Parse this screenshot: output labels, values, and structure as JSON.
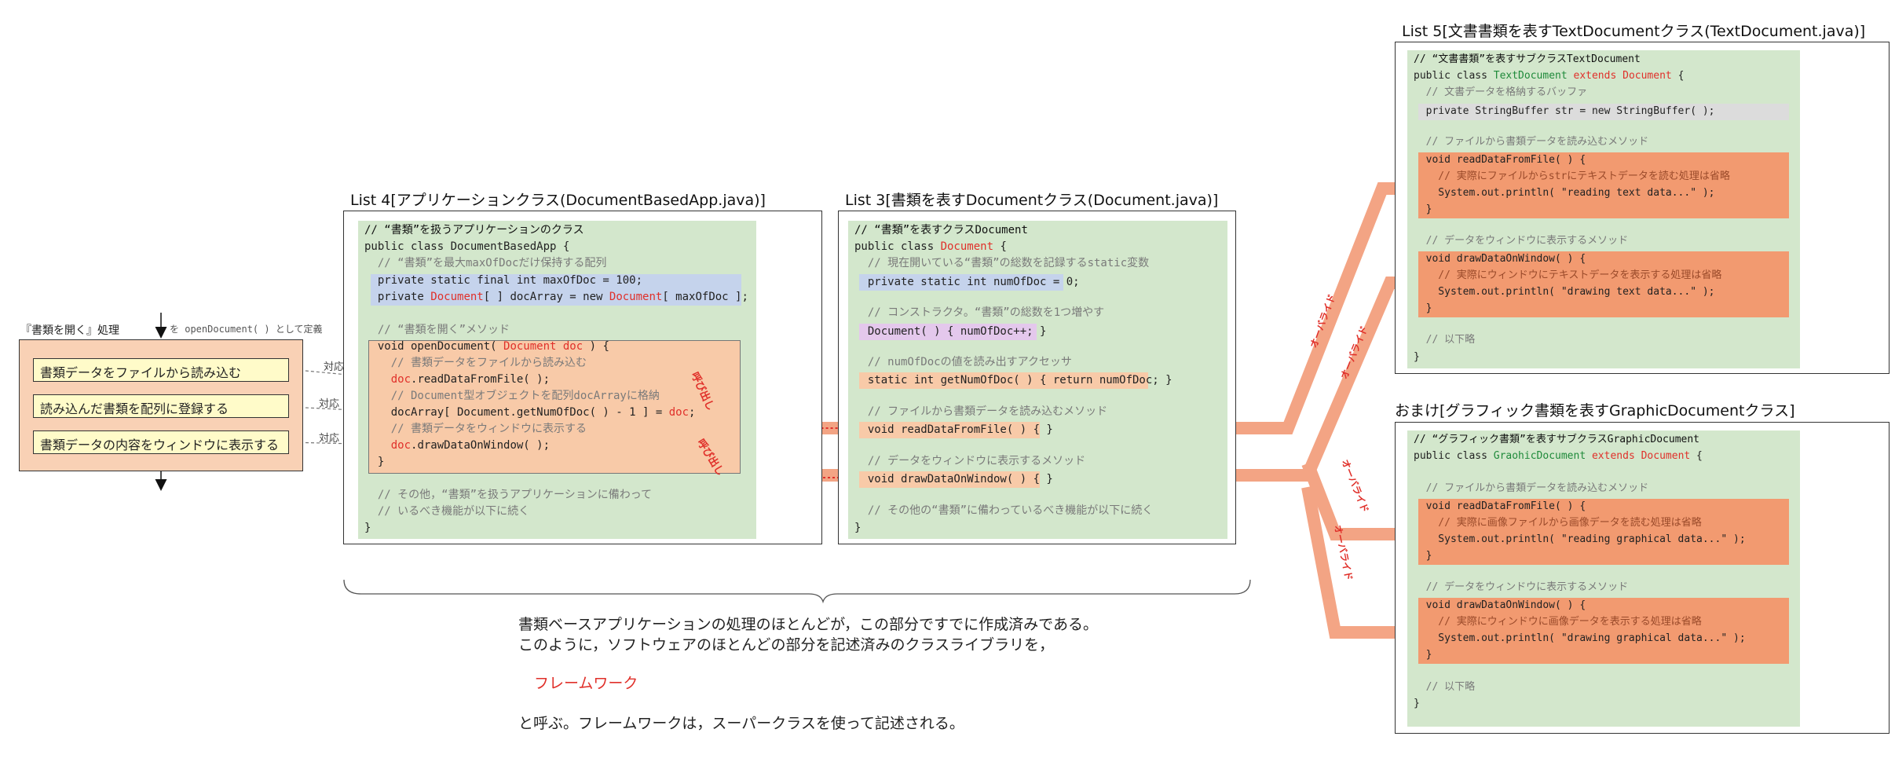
{
  "flow": {
    "title": "『書類を開く』処理",
    "note": "を openDocument( ) として定義",
    "steps": [
      "書類データをファイルから読み込む",
      "読み込んだ書類を配列に登録する",
      "書類データの内容をウィンドウに表示する"
    ],
    "correspond": "対応"
  },
  "list4": {
    "title": "List 4[アプリケーションクラス(DocumentBasedApp.java)]",
    "lines": [
      "// “書類”を扱うアプリケーションのクラス",
      "public class DocumentBasedApp {",
      "  // “書類”を最大maxOfDocだけ保持する配列",
      "  private static final int maxOfDoc = 100;",
      "  private ",
      "Document",
      "[ ] docArray = new ",
      "Document",
      "[ maxOfDoc ];",
      "  // “書類を開く”メソッド",
      "  void openDocument( ",
      "Document doc",
      " ) {",
      "    // 書類データをファイルから読み込む",
      "    ",
      "doc",
      ".readDataFromFile( );",
      "    // Document型オブジェクトを配列docArrayに格納",
      "    docArray[ Document.getNumOfDoc( ) - 1 ] = ",
      "doc",
      ";",
      "    // 書類データをウィンドウに表示する",
      "    ",
      "doc",
      ".drawDataOnWindow( );",
      "  }",
      "  // その他，“書類”を扱うアプリケーションに備わって",
      "  // いるべき機能が以下に続く",
      "}"
    ]
  },
  "list3": {
    "title": "List 3[書類を表すDocumentクラス(Document.java)]",
    "lines": [
      "// “書類”を表すクラスDocument",
      "public class ",
      "Document",
      " {",
      "  // 現在開いている“書類”の総数を記録するstatic変数",
      "  private static int numOfDoc = 0;",
      "  // コンストラクタ。“書類”の総数を1つ増やす",
      "  Document( ) { numOfDoc++; }",
      "  // numOfDocの値を読み出すアクセッサ",
      "  static int getNumOfDoc( ) { return numOfDoc; }",
      "  // ファイルから書類データを読み込むメソッド",
      "  void readDataFromFile( ) { }",
      "  // データをウィンドウに表示するメソッド",
      "  void drawDataOnWindow( ) { }",
      "  // その他の“書類”に備わっているべき機能が以下に続く",
      "}"
    ]
  },
  "list5": {
    "title": "List 5[文書書類を表すTextDocumentクラス(TextDocument.java)]",
    "lines": [
      "// “文書書類”を表すサブクラスTextDocument",
      "public class ",
      "TextDocument",
      " extends ",
      "Document",
      " {",
      "  // 文書データを格納するバッファ",
      "  private StringBuffer str = new StringBuffer( );",
      "  // ファイルから書類データを読み込むメソッド",
      "  void readDataFromFile( ) {",
      "    // 実際にファイルからstrにテキストデータを読む処理は省略",
      "    System.out.println( \"reading text data...\" );",
      "  }",
      "  // データをウィンドウに表示するメソッド",
      "  void drawDataOnWindow( ) {",
      "    // 実際にウィンドウにテキストデータを表示する処理は省略",
      "    System.out.println( \"drawing text data...\" );",
      "  }",
      "  // 以下略",
      "}"
    ]
  },
  "bonus": {
    "title": "おまけ[グラフィック書類を表すGraphicDocumentクラス]",
    "lines": [
      "// “グラフィック書類”を表すサブクラスGraphicDocument",
      "public class ",
      "GraohicDocument",
      " extends ",
      "Document",
      " {",
      "  // ファイルから書類データを読み込むメソッド",
      "  void readDataFromFile( ) {",
      "    // 実際に画像ファイルから画像データを読む処理は省略",
      "    System.out.println( \"reading graphical data...\" );",
      "  }",
      "  // データをウィンドウに表示するメソッド",
      "  void drawDataOnWindow( ) {",
      "    // 実際にウィンドウに画像データを表示する処理は省略",
      "    System.out.println( \"drawing graphical data...\" );",
      "  }",
      "  // 以下略",
      "}"
    ]
  },
  "labels": {
    "call": "呼び出し",
    "override": "オーバライド"
  },
  "summary": {
    "line1": "書類ベースアプリケーションの処理のほとんどが，この部分ですでに作成済みである。",
    "line2": "このように，ソフトウェアのほとんどの部分を記述済みのクラスライブラリを，",
    "framework": "フレームワーク",
    "line3": "と呼ぶ。フレームワークは，スーパークラスを使って記述される。"
  },
  "colors": {
    "code_bg": "#d3e7cc",
    "field_highlight": "#c5d3ec",
    "method_highlight": "#f8caa8",
    "override_highlight": "#f29a70",
    "keyword_red": "#e0302a",
    "arrow": "#f3a07e"
  }
}
